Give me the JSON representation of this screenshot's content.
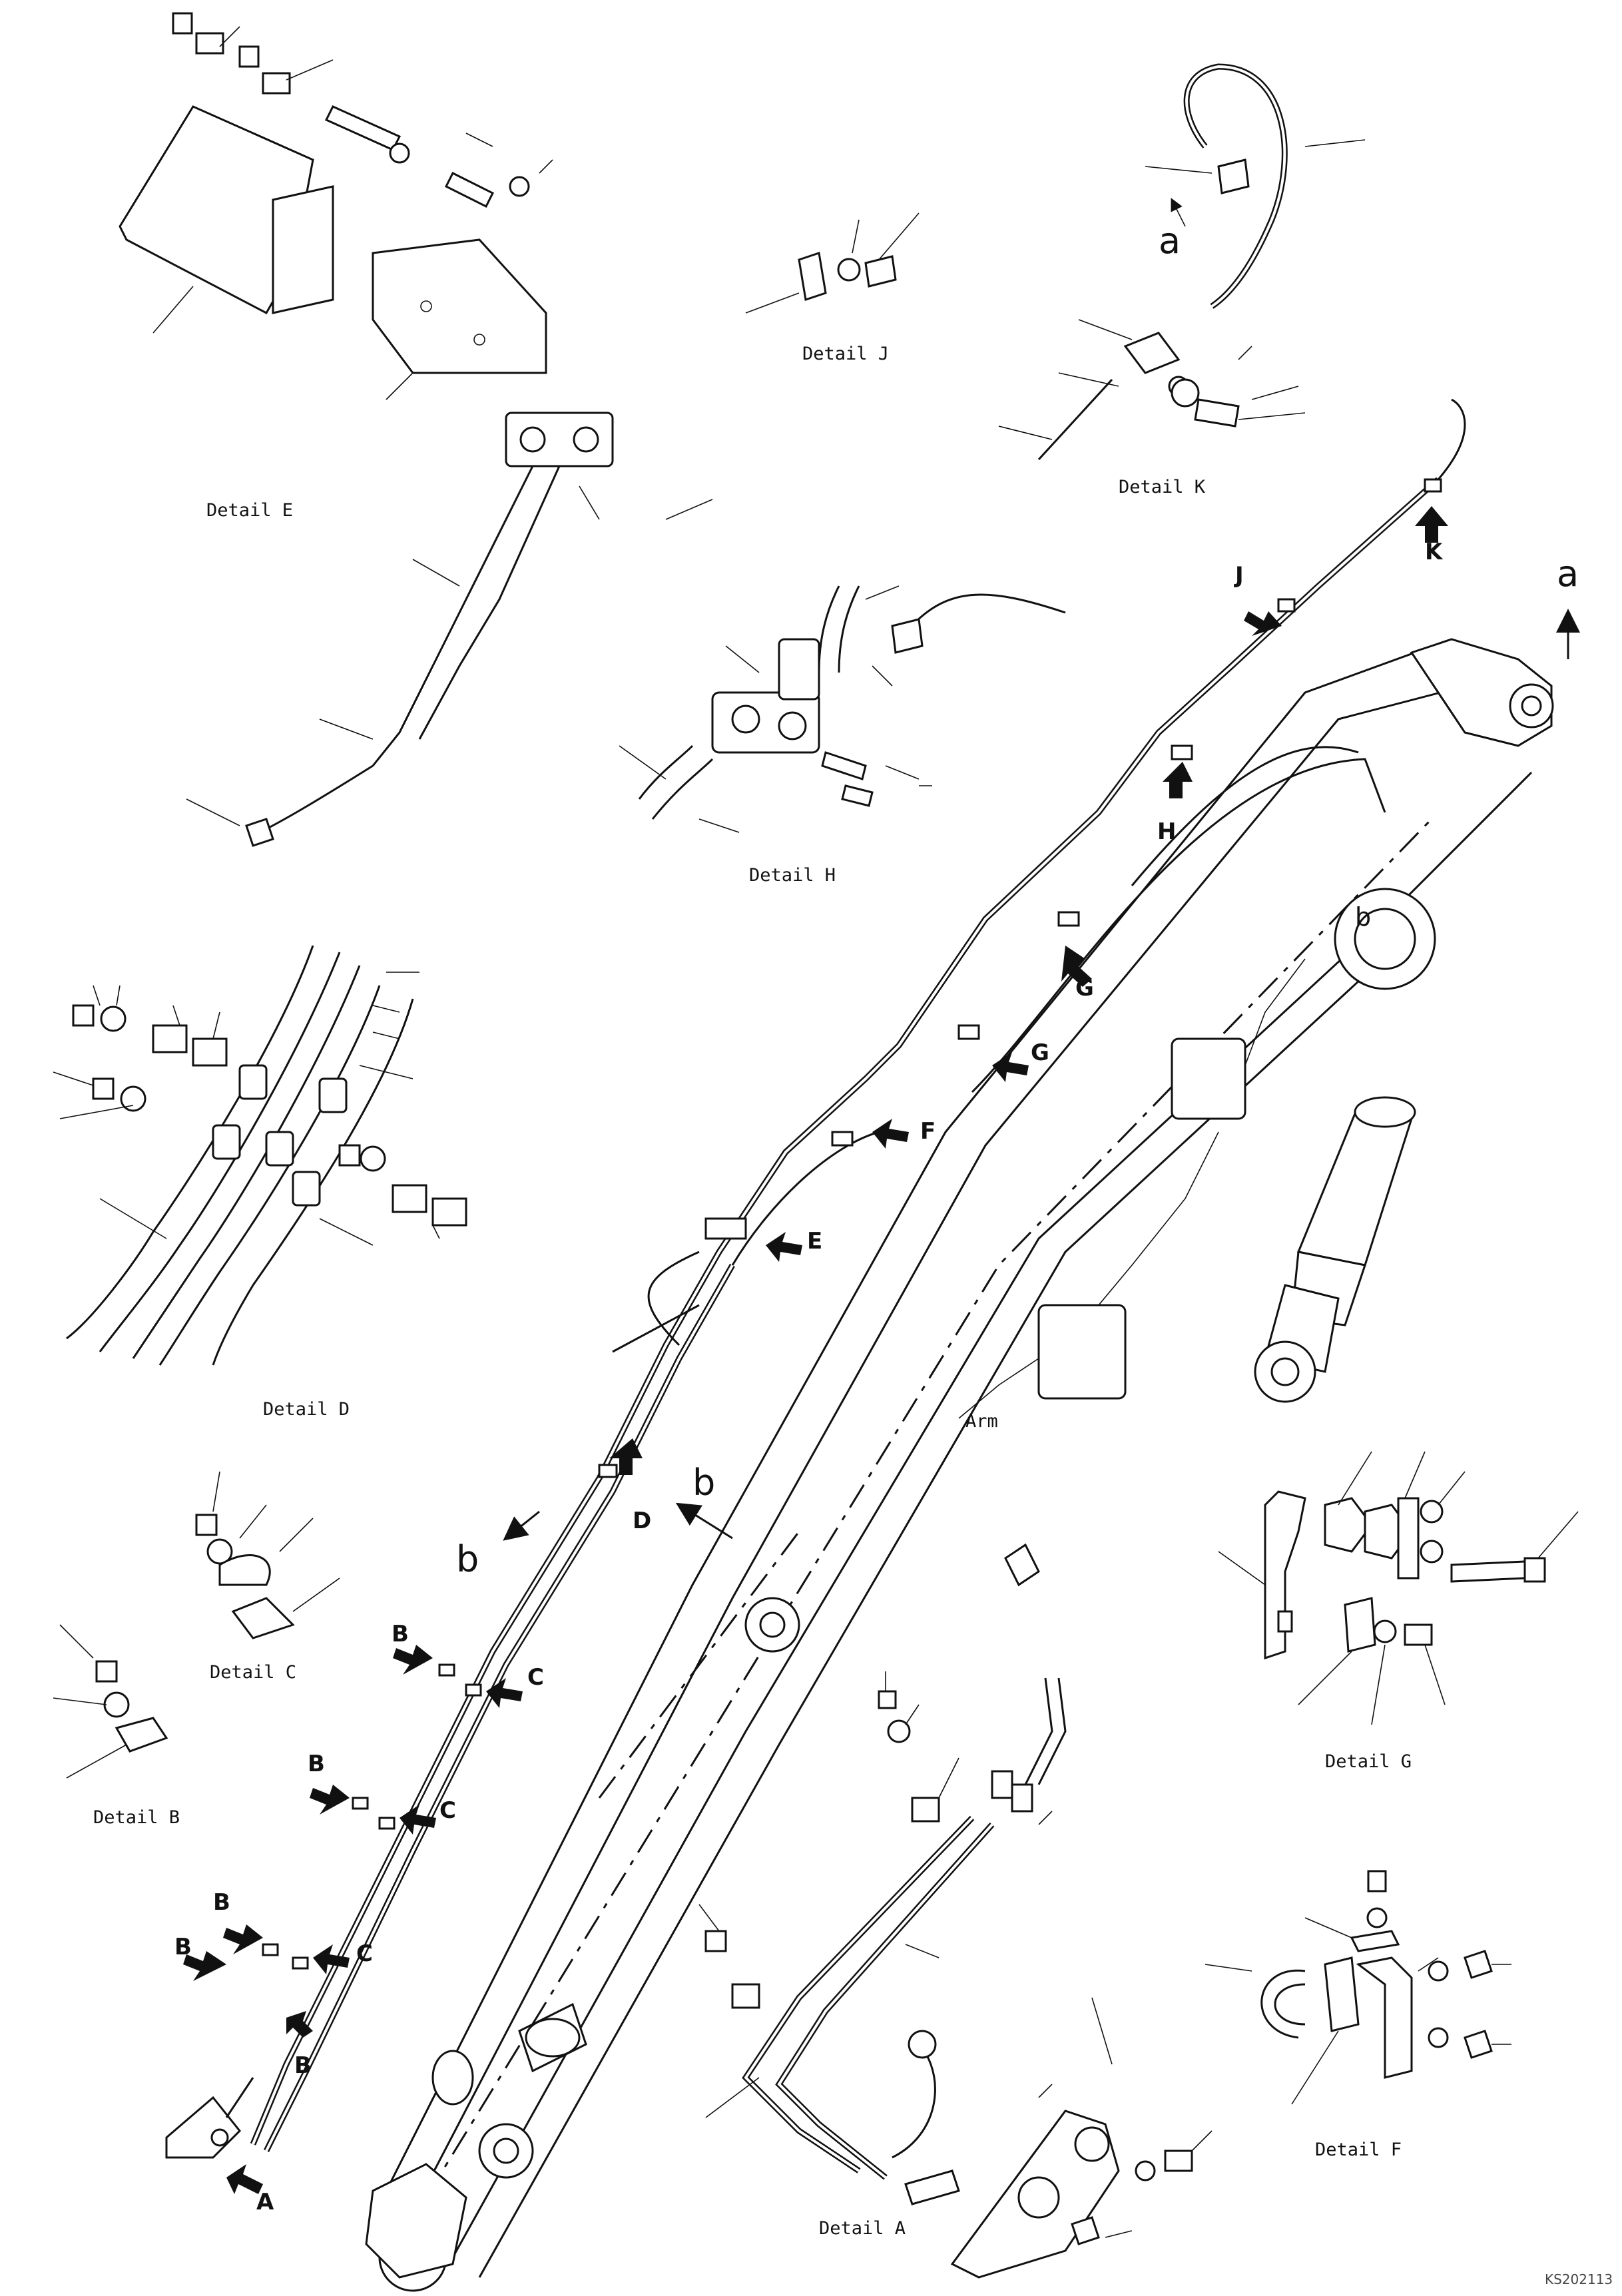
{
  "detail_labels": {
    "a": "Detail A",
    "b": "Detail B",
    "c": "Detail C",
    "d": "Detail D",
    "e": "Detail E",
    "f": "Detail F",
    "g": "Detail G",
    "h": "Detail H",
    "j": "Detail J",
    "k": "Detail K"
  },
  "arm_label": "Arm",
  "callouts": {
    "A": "A",
    "B": "B",
    "C": "C",
    "D": "D",
    "E": "E",
    "F": "F",
    "G": "G",
    "H": "H",
    "J": "J",
    "K": "K"
  },
  "connection_letters": {
    "a": "a",
    "b": "b"
  },
  "drawing_code": "KS202113"
}
